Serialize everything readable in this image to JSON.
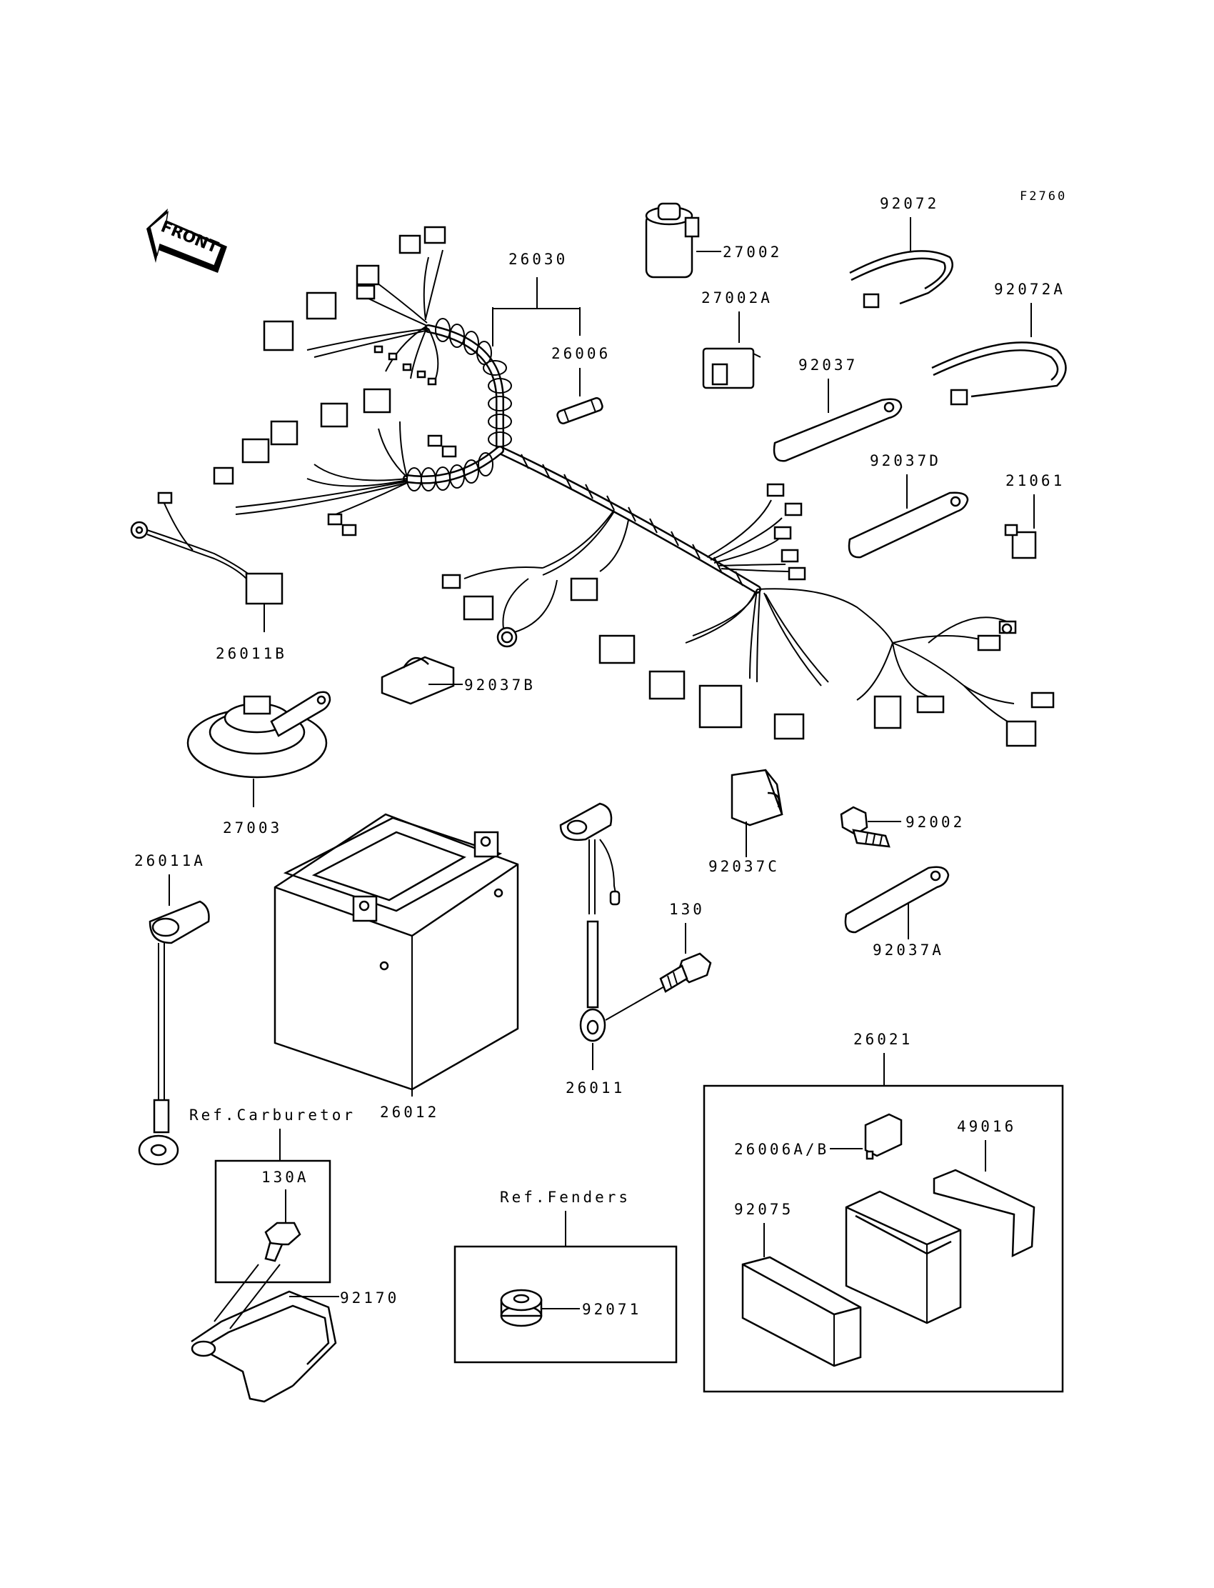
{
  "figure_code": "F2760",
  "front_label": "FRONT",
  "parts": {
    "p26030": "26030",
    "p26006": "26006",
    "p27002": "27002",
    "p27002A": "27002A",
    "p92072": "92072",
    "p92072A": "92072A",
    "p92037": "92037",
    "p92037D": "92037D",
    "p21061": "21061",
    "p26011B": "26011B",
    "p92037B": "92037B",
    "p27003": "27003",
    "p92037C": "92037C",
    "p92002": "92002",
    "p26011A": "26011A",
    "p130": "130",
    "p92037A": "92037A",
    "p26011": "26011",
    "p26012": "26012",
    "p26021": "26021",
    "p130A": "130A",
    "p92170": "92170",
    "p92071": "92071",
    "p26006AB": "26006A/B",
    "p49016": "49016",
    "p92075": "92075"
  },
  "refs": {
    "carburetor": "Ref.Carburetor",
    "fenders": "Ref.Fenders"
  }
}
